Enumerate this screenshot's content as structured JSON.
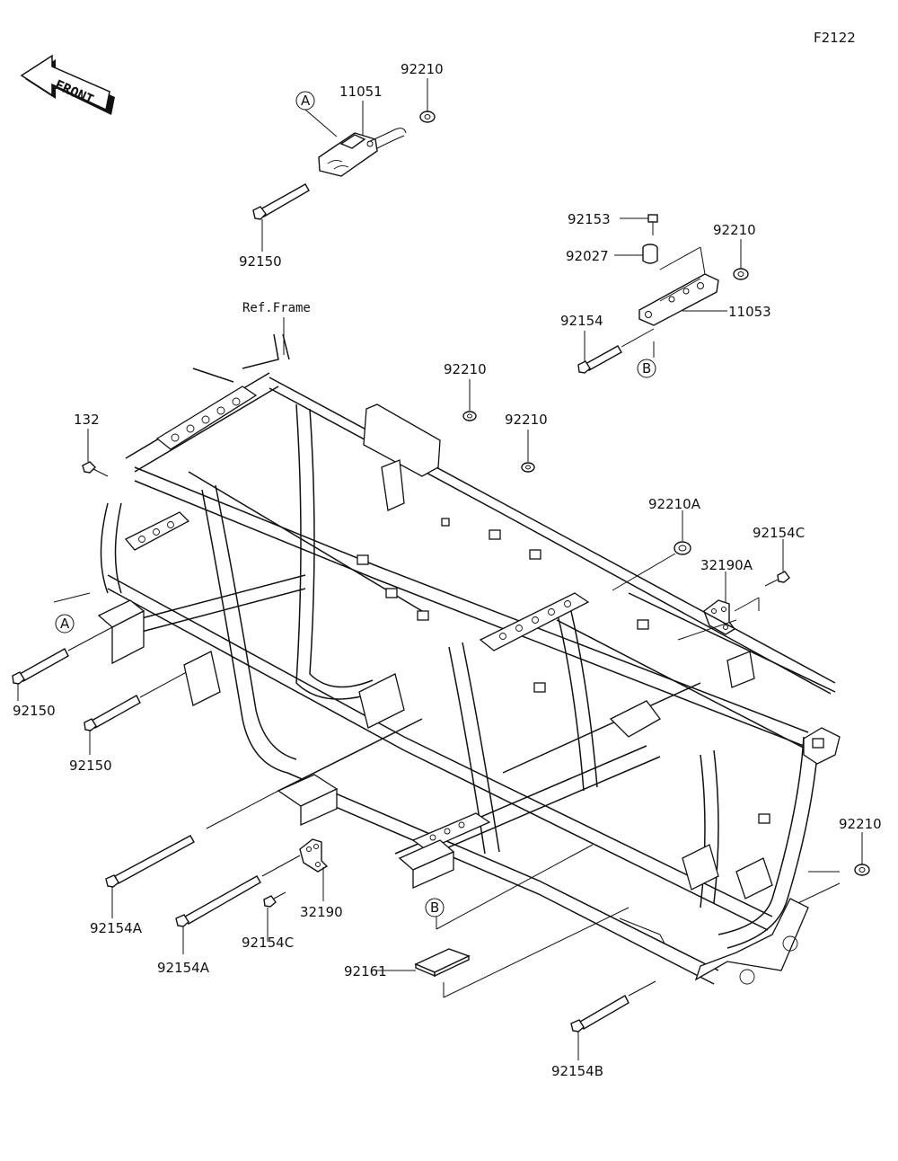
{
  "diagram_code": "F2122",
  "front_label": "FRONT",
  "ref_label": "Ref.Frame",
  "callouts": {
    "a1": "A",
    "a2": "A",
    "b1": "B",
    "b2": "B"
  },
  "parts": {
    "p11051": "11051",
    "p92210_top": "92210",
    "p92150_top": "92150",
    "p92153": "92153",
    "p92027": "92027",
    "p92210_right": "92210",
    "p11053": "11053",
    "p92154": "92154",
    "p92210_mid1": "92210",
    "p92210_mid2": "92210",
    "p132": "132",
    "p92210A": "92210A",
    "p92154C_right": "92154C",
    "p32190A": "32190A",
    "p92150_left1": "92150",
    "p92150_left2": "92150",
    "p92210_lowright": "92210",
    "p92154A_1": "92154A",
    "p92154A_2": "92154A",
    "p32190": "32190",
    "p92154C_low": "92154C",
    "p92161": "92161",
    "p92154B": "92154B"
  }
}
